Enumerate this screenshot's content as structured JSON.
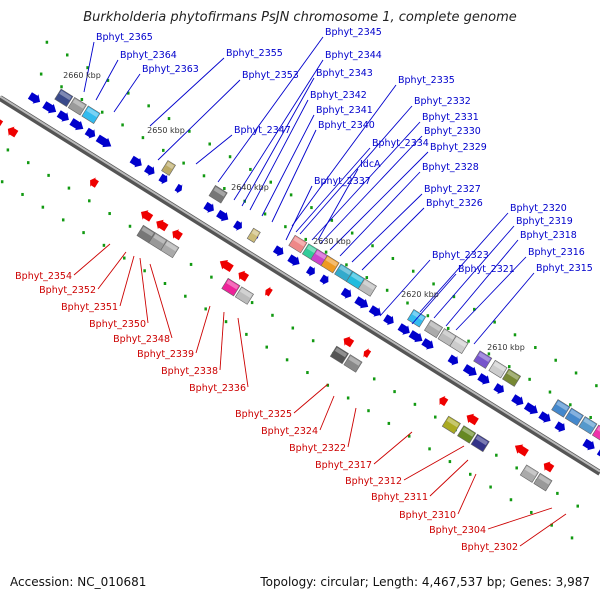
{
  "title": "Burkholderia phytofirmans PsJN chromosome 1, complete genome",
  "footer": {
    "accession": "Accession: NC_010681",
    "summary": "Topology: circular; Length: 4,467,537 bp; Genes: 3,987"
  },
  "colors": {
    "backbone": "#888888",
    "forward_gene": "#0000cc",
    "reverse_gene": "#ee0000",
    "forward_label": "#0000cc",
    "reverse_label": "#cc0000",
    "tick_dot": "#119911"
  },
  "scale": [
    {
      "label": "2660 kbp"
    },
    {
      "label": "2650 kbp"
    },
    {
      "label": "2640 kbp"
    },
    {
      "label": "2630 kbp"
    },
    {
      "label": "2620 kbp"
    },
    {
      "label": "2610 kbp"
    }
  ],
  "forward_labels": [
    "Bphyt_2365",
    "Bphyt_2364",
    "Bphyt_2363",
    "Bphyt_2355",
    "Bphyt_2353",
    "Bphyt_2345",
    "Bphyt_2344",
    "Bphyt_2343",
    "Bphyt_2342",
    "Bphyt_2341",
    "Bphyt_2340",
    "Bphyt_2347",
    "Bphyt_2335",
    "Bphyt_2332",
    "Bphyt_2331",
    "Bphyt_2330",
    "Bphyt_2334",
    "Bphyt_2329",
    "IdcA",
    "Bphyt_2328",
    "Bphyt_2337",
    "Bphyt_2327",
    "Bphyt_2326",
    "Bphyt_2320",
    "Bphyt_2319",
    "Bphyt_2318",
    "Bphyt_2323",
    "Bphyt_2316",
    "Bphyt_2321",
    "Bphyt_2315"
  ],
  "reverse_labels": [
    "Bphyt_2354",
    "Bphyt_2352",
    "Bphyt_2351",
    "Bphyt_2350",
    "Bphyt_2348",
    "Bphyt_2339",
    "Bphyt_2338",
    "Bphyt_2336",
    "Bphyt_2325",
    "Bphyt_2324",
    "Bphyt_2322",
    "Bphyt_2317",
    "Bphyt_2312",
    "Bphyt_2311",
    "Bphyt_2310",
    "Bphyt_2304",
    "Bphyt_2302"
  ]
}
